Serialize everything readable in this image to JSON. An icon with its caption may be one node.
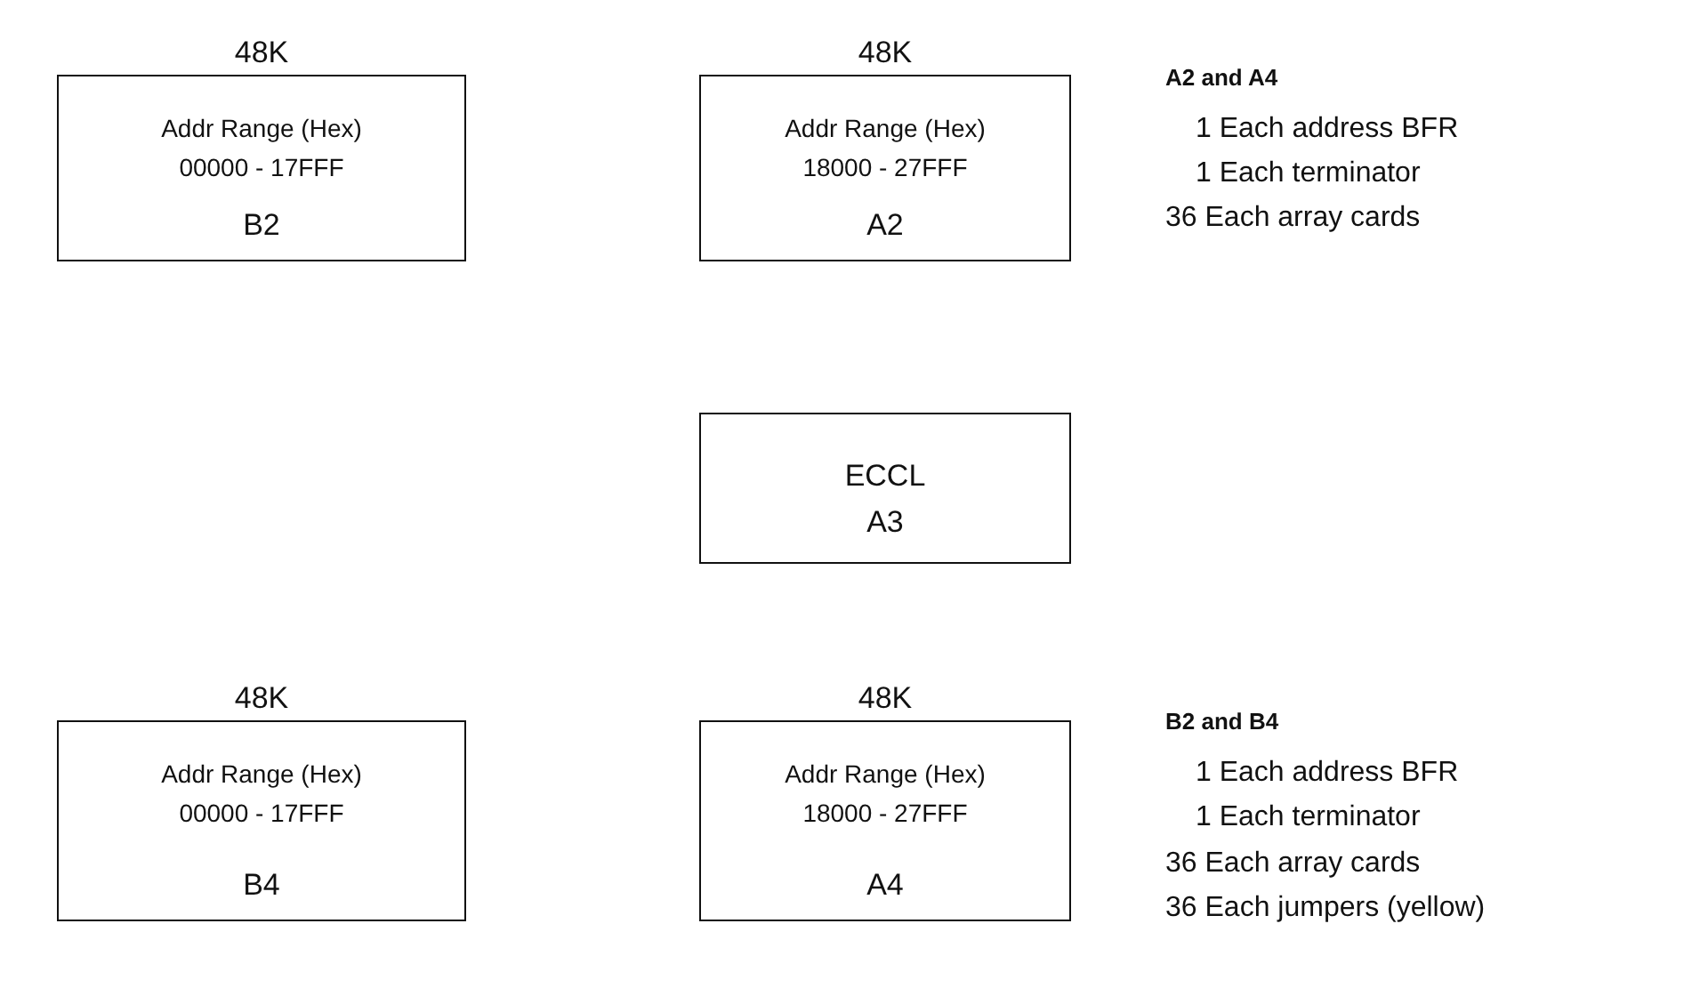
{
  "diagram": {
    "nodes": [
      {
        "text": [
          "48K",
          "Addr Range (Hex) 00000 - 17FFF",
          "B2"
        ]
      },
      {
        "text": [
          "48K",
          "Addr Range (Hex) 18000 - 27FFF",
          "A2"
        ]
      },
      {
        "text": [
          "ECCL",
          "A3"
        ]
      },
      {
        "text": [
          "48K",
          "Addr Range (Hex) 00000 - 17FFF",
          "B4"
        ]
      },
      {
        "text": [
          "48K",
          "Addr Range (Hex) 18000 - 27FFF",
          "A4"
        ]
      }
    ],
    "labels": [
      "A2 and A4",
      "1 Each address BFR",
      "1 Each terminator",
      "36 Each array cards",
      "B2 and B4",
      "1 Each address BFR",
      "1 Each terminator",
      "36 Each array cards",
      "36 Each jumpers (yellow)"
    ]
  }
}
